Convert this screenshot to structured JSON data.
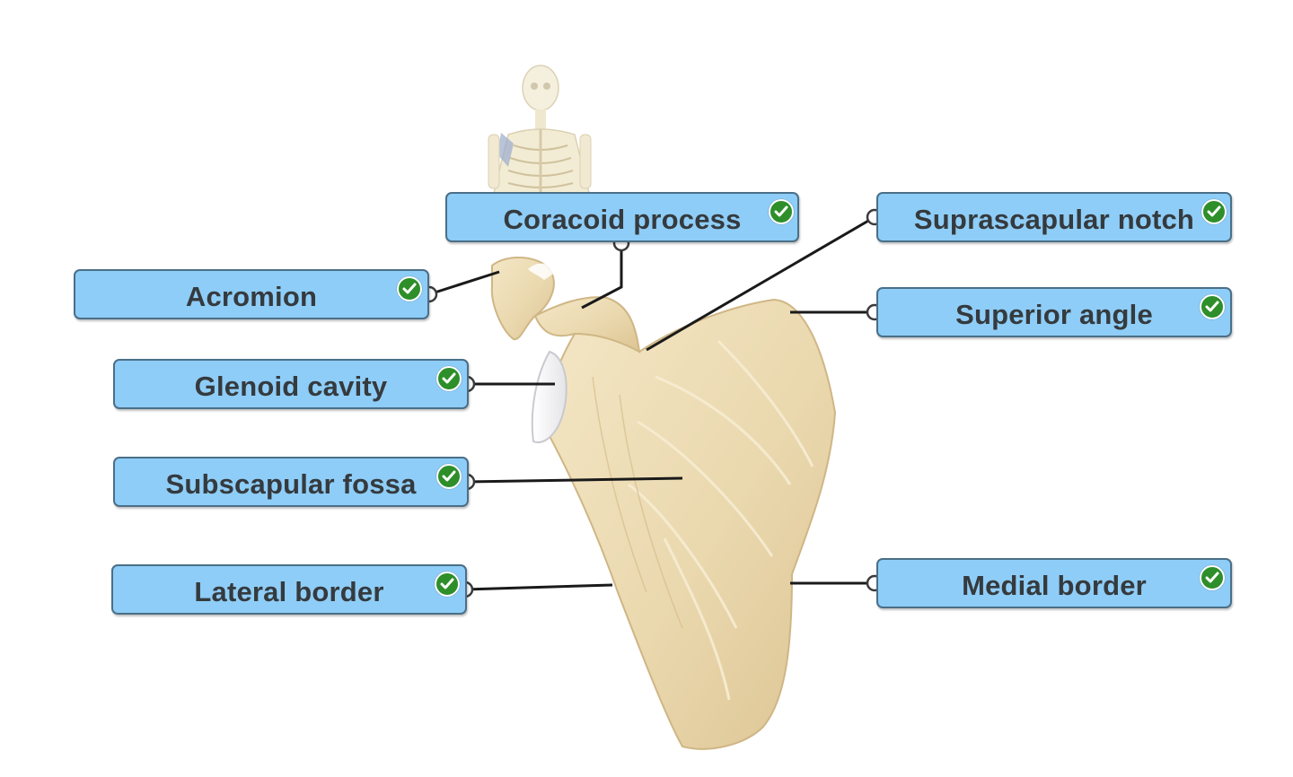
{
  "labels": [
    {
      "id": "coracoid-process",
      "text": "Coracoid process",
      "correct": true
    },
    {
      "id": "suprascapular-notch",
      "text": "Suprascapular notch",
      "correct": true
    },
    {
      "id": "acromion",
      "text": "Acromion",
      "correct": true
    },
    {
      "id": "superior-angle",
      "text": "Superior angle",
      "correct": true
    },
    {
      "id": "glenoid-cavity",
      "text": "Glenoid cavity",
      "correct": true
    },
    {
      "id": "subscapular-fossa",
      "text": "Subscapular fossa",
      "correct": true
    },
    {
      "id": "lateral-border",
      "text": "Lateral border",
      "correct": true
    },
    {
      "id": "medial-border",
      "text": "Medial border",
      "correct": true
    }
  ],
  "icons": {
    "check": "check-circle-icon",
    "skeleton": "skeleton-locator-icon",
    "bone": "scapula-anterior-illustration"
  },
  "colors": {
    "label_fill": "#8ecdf7",
    "label_border": "#4a6f88",
    "label_text": "#353a3e",
    "check_green": "#2e8f2a",
    "bone": "#ecdcb4",
    "leader_line": "#1a1a1a"
  }
}
